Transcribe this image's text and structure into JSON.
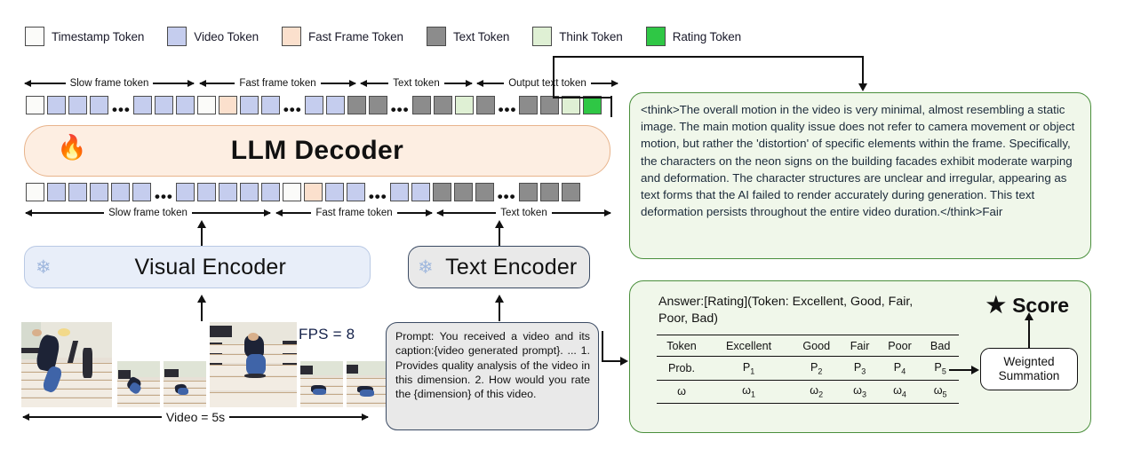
{
  "legend": {
    "items": [
      {
        "label": "Timestamp Token",
        "color": "#fbfbf9",
        "icon": "square-swatch-icon"
      },
      {
        "label": "Video Token",
        "color": "#c5cdee",
        "icon": "square-swatch-icon"
      },
      {
        "label": "Fast Frame Token",
        "color": "#fbe0cd",
        "icon": "square-swatch-icon"
      },
      {
        "label": "Text Token",
        "color": "#8c8c8c",
        "icon": "square-swatch-icon"
      },
      {
        "label": "Think Token",
        "color": "#dff0d4",
        "icon": "square-swatch-icon"
      },
      {
        "label": "Rating Token",
        "color": "#2fc745",
        "icon": "square-swatch-icon"
      }
    ]
  },
  "output_row": {
    "spans": [
      {
        "label": "Slow frame token"
      },
      {
        "label": "Fast frame token"
      },
      {
        "label": "Text token"
      },
      {
        "label": "Output text token"
      }
    ],
    "tokens": [
      "timestamp",
      "video",
      "video",
      "video",
      "dots",
      "video",
      "video",
      "video",
      "timestamp",
      "fast",
      "video",
      "video",
      "dots",
      "video",
      "video",
      "text",
      "text",
      "dots",
      "text",
      "text",
      "think",
      "text",
      "dots",
      "text",
      "text",
      "think",
      "rating"
    ]
  },
  "input_row": {
    "spans": [
      {
        "label": "Slow frame token"
      },
      {
        "label": "Fast frame token"
      },
      {
        "label": "Text token"
      }
    ],
    "tokens": [
      "timestamp",
      "video",
      "video",
      "video",
      "video",
      "video",
      "dots",
      "video",
      "video",
      "video",
      "video",
      "video",
      "timestamp",
      "fast",
      "video",
      "video",
      "dots",
      "video",
      "video",
      "text",
      "text",
      "text",
      "dots",
      "text",
      "text",
      "text"
    ]
  },
  "decoder": {
    "title": "LLM Decoder",
    "state_icon": "flame-icon"
  },
  "visual_encoder": {
    "title": "Visual Encoder",
    "state_icon": "snowflake-icon"
  },
  "text_encoder": {
    "title": "Text Encoder",
    "state_icon": "snowflake-icon"
  },
  "prompt": {
    "text": "Prompt: You received a video and its caption:{video generated prompt}. ... 1. Provides quality analysis of the video in this dimension. 2. How would you rate the {dimension} of this video."
  },
  "video": {
    "fps_label": "FPS = 8",
    "duration_label": "Video = 5s"
  },
  "think": {
    "text": "<think>The overall motion in the video is very minimal, almost resembling a static image. The main motion quality issue does not refer to camera movement or object motion, but rather the 'distortion' of specific elements within the frame. Specifically, the characters on the neon signs on the building facades exhibit moderate warping and deformation. The character structures are unclear and irregular, appearing as text forms that the AI failed to render accurately during generation. This text deformation persists throughout the entire video duration.</think>Fair"
  },
  "answer": {
    "title": "Answer:[Rating](Token: Excellent, Good, Fair, Poor, Bad)",
    "score_label": "Score",
    "score_icon": "star-icon",
    "table": {
      "header": [
        "Token",
        "Excellent",
        "Good",
        "Fair",
        "Poor",
        "Bad"
      ],
      "rows": [
        {
          "label": "Prob.",
          "values": [
            "P1",
            "P2",
            "P3",
            "P4",
            "P5"
          ]
        },
        {
          "label": "ω",
          "values": [
            "ω1",
            "ω2",
            "ω3",
            "ω4",
            "ω5"
          ]
        }
      ]
    },
    "weighted_summation": "Weignted Summation"
  },
  "colors": {
    "timestamp": "#fbfbf9",
    "video": "#c5cdee",
    "fast": "#fbe0cd",
    "text": "#8c8c8c",
    "think": "#dff0d4",
    "rating": "#2fc745",
    "decoder_bg": "#fdeee2",
    "decoder_border": "#e8b48c",
    "green_border": "#4a8f3c",
    "green_bg": "#f0f7ea"
  }
}
